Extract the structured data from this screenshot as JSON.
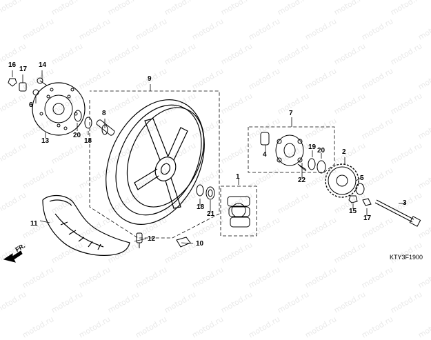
{
  "watermark": "motod.ru",
  "diagram_code": "KTY3F1900",
  "front_indicator": "FR.",
  "callouts": {
    "c1": "1",
    "c2": "2",
    "c3": "3",
    "c4": "4",
    "c5": "5",
    "c6": "6",
    "c7": "7",
    "c8": "8",
    "c9": "9",
    "c10": "10",
    "c11": "11",
    "c12": "12",
    "c13": "13",
    "c14": "14",
    "c15": "15",
    "c16": "16",
    "c17a": "17",
    "c17b": "17",
    "c18a": "18",
    "c18b": "18",
    "c19": "19",
    "c20a": "20",
    "c20b": "20",
    "c21": "21",
    "c22": "22"
  }
}
